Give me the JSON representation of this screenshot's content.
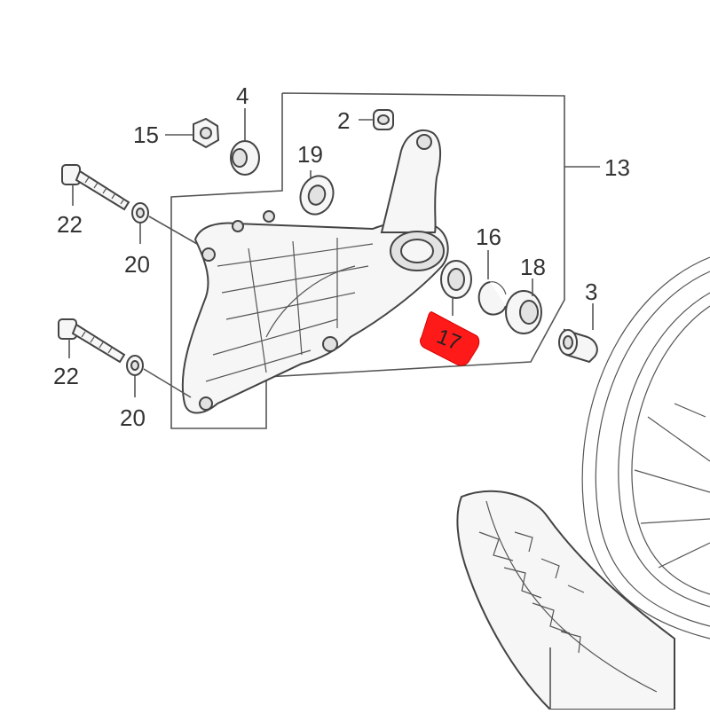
{
  "callouts": {
    "c2": "2",
    "c3": "3",
    "c4": "4",
    "c13": "13",
    "c15": "15",
    "c16": "16",
    "c17": "17",
    "c18": "18",
    "c19": "19",
    "c20a": "20",
    "c20b": "20",
    "c22a": "22",
    "c22b": "22"
  },
  "colors": {
    "highlight": "#ff1a1a",
    "line": "#555555"
  }
}
